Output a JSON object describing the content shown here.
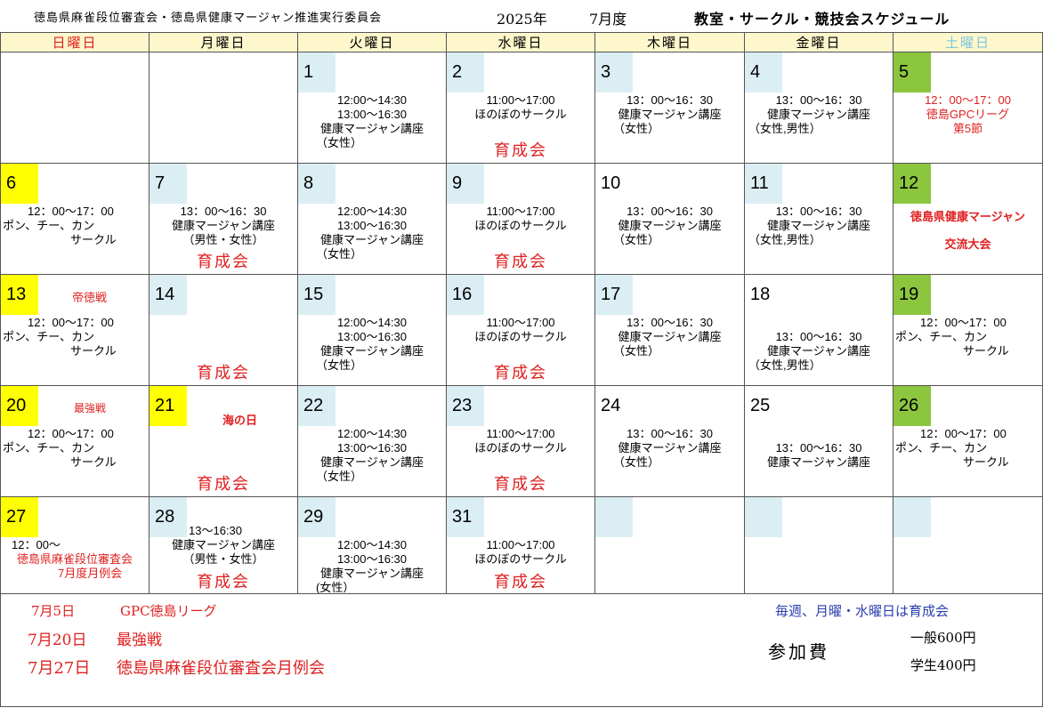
{
  "header": {
    "org": "徳島県麻雀段位審査会・徳島県健康マージャン推進実行委員会",
    "year": "2025年",
    "month": "7月度",
    "title": "教室・サークル・競技会スケジュール"
  },
  "weekdays": [
    "日曜日",
    "月曜日",
    "火曜日",
    "水曜日",
    "木曜日",
    "金曜日",
    "土曜日"
  ],
  "days": {
    "d1": {
      "num": "1",
      "lines": [
        "12:00～14:30",
        "13:00～16:30",
        "健康マージャン講座",
        "（女性）"
      ]
    },
    "d2": {
      "num": "2",
      "lines": [
        "11:00～17:00",
        "ほのぼのサークル"
      ],
      "ikusei": "育成会"
    },
    "d3": {
      "num": "3",
      "lines": [
        "13：00～16：30",
        "健康マージャン講座",
        "（女性）"
      ]
    },
    "d4": {
      "num": "4",
      "lines": [
        "13：00～16：30",
        "健康マージャン講座",
        "（女性,男性）"
      ]
    },
    "d5": {
      "num": "5",
      "lines": [
        "12：00～17：00",
        "徳島GPCリーグ",
        "第5節"
      ]
    },
    "d6": {
      "num": "6",
      "lines": [
        "12：00～17：00",
        "ポン、チー、カン",
        "サークル"
      ]
    },
    "d7": {
      "num": "7",
      "lines": [
        "13：00～16：30",
        "健康マージャン講座",
        "（男性・女性）"
      ],
      "ikusei": "育成会"
    },
    "d8": {
      "num": "8",
      "lines": [
        "12:00～14:30",
        "13:00～16:30",
        "健康マージャン講座",
        "（女性）"
      ]
    },
    "d9": {
      "num": "9",
      "lines": [
        "11:00～17:00",
        "ほのぼのサークル"
      ],
      "ikusei": "育成会"
    },
    "d10": {
      "num": "10",
      "lines": [
        "13：00～16：30",
        "健康マージャン講座",
        "（女性）"
      ]
    },
    "d11": {
      "num": "11",
      "lines": [
        "13：00～16：30",
        "健康マージャン講座",
        "（女性,男性）"
      ]
    },
    "d12": {
      "num": "12",
      "lines": [
        "徳島県健康マージャン",
        "交流大会"
      ]
    },
    "d13": {
      "num": "13",
      "event": "帝徳戦",
      "lines": [
        "12：00～17：00",
        "ポン、チー、カン",
        "サークル"
      ]
    },
    "d14": {
      "num": "14",
      "ikusei": "育成会"
    },
    "d15": {
      "num": "15",
      "lines": [
        "12:00～14:30",
        "13:00～16:30",
        "健康マージャン講座",
        "（女性）"
      ]
    },
    "d16": {
      "num": "16",
      "lines": [
        "11:00～17:00",
        "ほのぼのサークル"
      ],
      "ikusei": "育成会"
    },
    "d17": {
      "num": "17",
      "lines": [
        "13：00～16：30",
        "健康マージャン講座",
        "（女性）"
      ]
    },
    "d18": {
      "num": "18",
      "lines": [
        "13：00～16：30",
        "健康マージャン講座",
        "（女性,男性）"
      ]
    },
    "d19": {
      "num": "19",
      "lines": [
        "12：00～17：00",
        "ポン、チー、カン",
        "サークル"
      ]
    },
    "d20": {
      "num": "20",
      "event": "最強戦",
      "lines": [
        "12：00～17：00",
        "ポン、チー、カン",
        "サークル"
      ]
    },
    "d21": {
      "num": "21",
      "event": "海の日",
      "ikusei": "育成会"
    },
    "d22": {
      "num": "22",
      "lines": [
        "12:00～14:30",
        "13:00～16:30",
        "健康マージャン講座",
        "（女性）"
      ]
    },
    "d23": {
      "num": "23",
      "lines": [
        "11:00～17:00",
        "ほのぼのサークル"
      ],
      "ikusei": "育成会"
    },
    "d24": {
      "num": "24",
      "lines": [
        "13：00～16：30",
        "健康マージャン講座",
        "（女性）"
      ]
    },
    "d25": {
      "num": "25",
      "lines": [
        "13：00～16：30",
        "健康マージャン講座"
      ]
    },
    "d26": {
      "num": "26",
      "lines": [
        "12：00～17：00",
        "ポン、チー、カン",
        "サークル"
      ]
    },
    "d27": {
      "num": "27",
      "time": "12：00～",
      "lines": [
        "徳島県麻雀段位審査会",
        "7月度月例会"
      ]
    },
    "d28": {
      "num": "28",
      "lines": [
        "13～16:30",
        "健康マージャン講座",
        "（男性・女性）"
      ],
      "ikusei": "育成会"
    },
    "d29": {
      "num": "29",
      "lines": [
        "12:00～14:30",
        "13:00～16:30",
        "健康マージャン講座",
        "(女性）"
      ]
    },
    "d31": {
      "num": "31",
      "lines": [
        "11:00～17:00",
        "ほのぼのサークル"
      ],
      "ikusei": "育成会"
    }
  },
  "footer": {
    "events": [
      {
        "date": "7月5日",
        "name": "GPC徳島リーグ"
      },
      {
        "date": "7月20日",
        "name": "最強戦"
      },
      {
        "date": "7月27日",
        "name": "徳島県麻雀段位審査会月例会"
      }
    ],
    "weekly_note": "毎週、月曜・水曜日は育成会",
    "fee_label": "参加費",
    "fee_general": "一般600円",
    "fee_student": "学生400円"
  },
  "colors": {
    "header_bg": "#fff7cc",
    "sunday": "#e02020",
    "saturday": "#7fc8e0",
    "weekday_date_bg": "#dbeef4",
    "holiday_date_bg": "#ffff00",
    "saturday_date_bg": "#8cc63f",
    "event_text": "#e02020",
    "weekly_note": "#2b3fb0"
  }
}
